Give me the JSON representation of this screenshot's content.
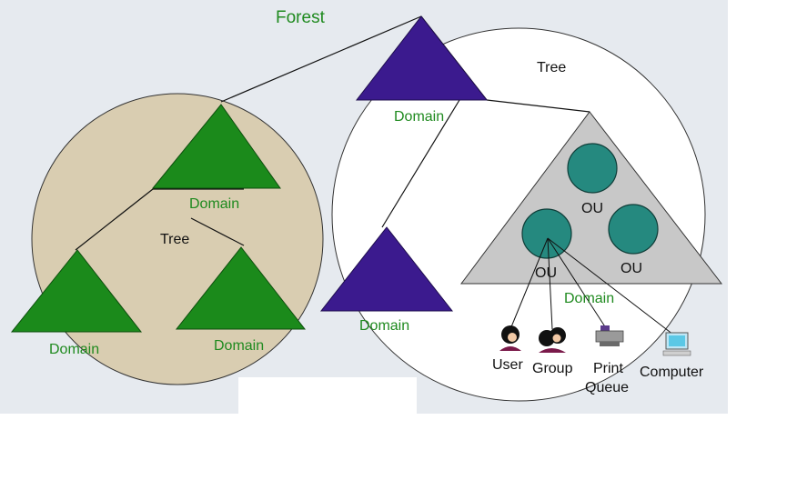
{
  "title": "Forest",
  "trees": {
    "left": {
      "label": "Tree",
      "domains": [
        "Domain",
        "Domain",
        "Domain"
      ]
    },
    "right": {
      "label": "Tree",
      "root_domain": "Domain",
      "child_domain": "Domain",
      "ou_domain": {
        "label": "Domain",
        "ous": [
          "OU",
          "OU",
          "OU"
        ],
        "objects": [
          "User",
          "Group",
          "Print",
          "Queue",
          "Computer"
        ]
      }
    }
  },
  "colors": {
    "panel": "#e6eaef",
    "left_tree_fill": "#d9cdb1",
    "right_tree_fill": "#ffffff",
    "green_domain": "#1b8a1b",
    "purple_domain": "#3b1a8e",
    "ou_domain_fill": "#c8c8c8",
    "ou_fill": "#25897f",
    "label_green": "#1f8a1f"
  }
}
